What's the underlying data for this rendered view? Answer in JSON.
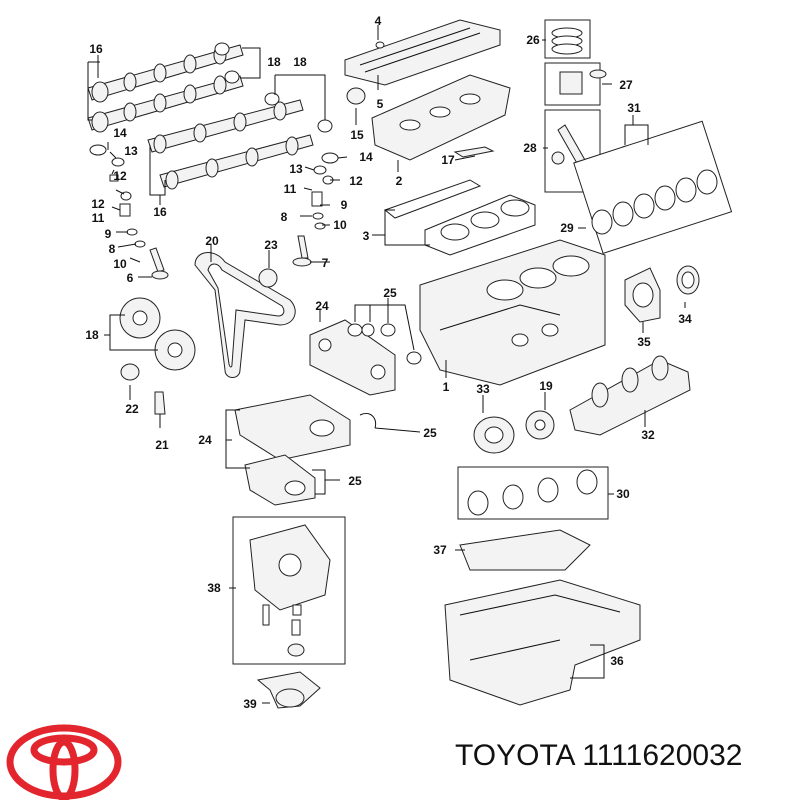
{
  "brand": {
    "name": "TOYOTA",
    "part_number": "1111620032",
    "logo_color": "#e3262d"
  },
  "callouts": [
    {
      "id": "c1",
      "text": "1"
    },
    {
      "id": "c2",
      "text": "2"
    },
    {
      "id": "c3",
      "text": "3"
    },
    {
      "id": "c4",
      "text": "4"
    },
    {
      "id": "c5",
      "text": "5"
    },
    {
      "id": "c6",
      "text": "6"
    },
    {
      "id": "c7",
      "text": "7"
    },
    {
      "id": "c8a",
      "text": "8"
    },
    {
      "id": "c8b",
      "text": "8"
    },
    {
      "id": "c9a",
      "text": "9"
    },
    {
      "id": "c9b",
      "text": "9"
    },
    {
      "id": "c10a",
      "text": "10"
    },
    {
      "id": "c10b",
      "text": "10"
    },
    {
      "id": "c11a",
      "text": "11"
    },
    {
      "id": "c11b",
      "text": "11"
    },
    {
      "id": "c12a",
      "text": "12"
    },
    {
      "id": "c12b",
      "text": "12"
    },
    {
      "id": "c13a",
      "text": "13"
    },
    {
      "id": "c13b",
      "text": "13"
    },
    {
      "id": "c14a",
      "text": "14"
    },
    {
      "id": "c14b",
      "text": "14"
    },
    {
      "id": "c15",
      "text": "15"
    },
    {
      "id": "c16a",
      "text": "16"
    },
    {
      "id": "c16b",
      "text": "16"
    },
    {
      "id": "c17",
      "text": "17"
    },
    {
      "id": "c18a",
      "text": "18"
    },
    {
      "id": "c18b",
      "text": "18"
    },
    {
      "id": "c18c",
      "text": "18"
    },
    {
      "id": "c19",
      "text": "19"
    },
    {
      "id": "c20",
      "text": "20"
    },
    {
      "id": "c21",
      "text": "21"
    },
    {
      "id": "c22",
      "text": "22"
    },
    {
      "id": "c23",
      "text": "23"
    },
    {
      "id": "c24a",
      "text": "24"
    },
    {
      "id": "c24b",
      "text": "24"
    },
    {
      "id": "c25a",
      "text": "25"
    },
    {
      "id": "c25b",
      "text": "25"
    },
    {
      "id": "c25c",
      "text": "25"
    },
    {
      "id": "c26",
      "text": "26"
    },
    {
      "id": "c27",
      "text": "27"
    },
    {
      "id": "c28",
      "text": "28"
    },
    {
      "id": "c29",
      "text": "29"
    },
    {
      "id": "c30",
      "text": "30"
    },
    {
      "id": "c31",
      "text": "31"
    },
    {
      "id": "c32",
      "text": "32"
    },
    {
      "id": "c33",
      "text": "33"
    },
    {
      "id": "c34",
      "text": "34"
    },
    {
      "id": "c35",
      "text": "35"
    },
    {
      "id": "c36",
      "text": "36"
    },
    {
      "id": "c37",
      "text": "37"
    },
    {
      "id": "c38",
      "text": "38"
    },
    {
      "id": "c39",
      "text": "39"
    }
  ]
}
